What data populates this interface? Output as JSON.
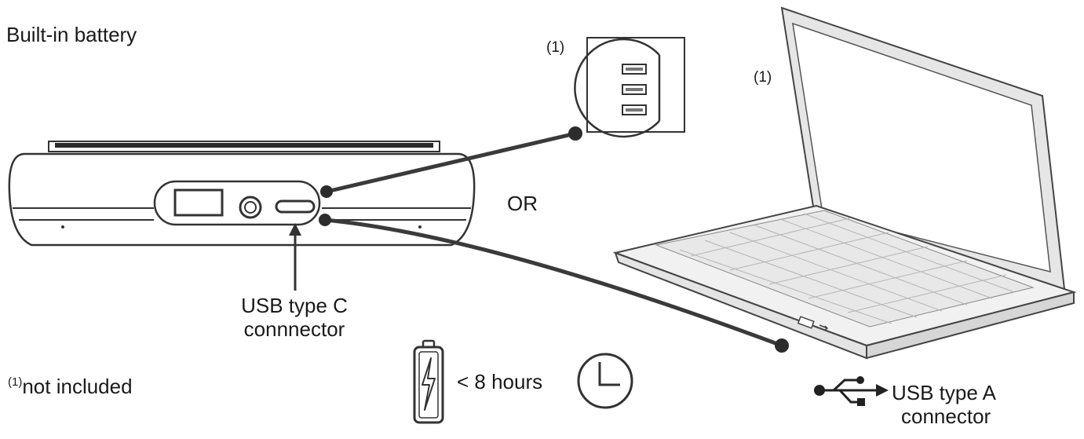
{
  "title": "Built-in battery",
  "footnote": {
    "marker": "(1)",
    "text": "not included"
  },
  "or_text": "OR",
  "usb_c_label": {
    "line1": "USB type C",
    "line2": "connnector"
  },
  "usb_a_label": {
    "line1": "USB type A",
    "line2": "connector"
  },
  "battery_time": "< 8 hours",
  "wall_charger_note": "(1)",
  "laptop_note": "(1)",
  "icons": {
    "device": "speakerphone-device",
    "charger": "usb-wall-charger-icon",
    "laptop": "laptop-icon",
    "battery": "battery-charging-icon",
    "clock": "clock-icon",
    "usb": "usb-symbol-icon"
  },
  "colors": {
    "line": "#3a3a3a",
    "dot": "#2c2c2c",
    "laptop_frame": "#dedede"
  }
}
